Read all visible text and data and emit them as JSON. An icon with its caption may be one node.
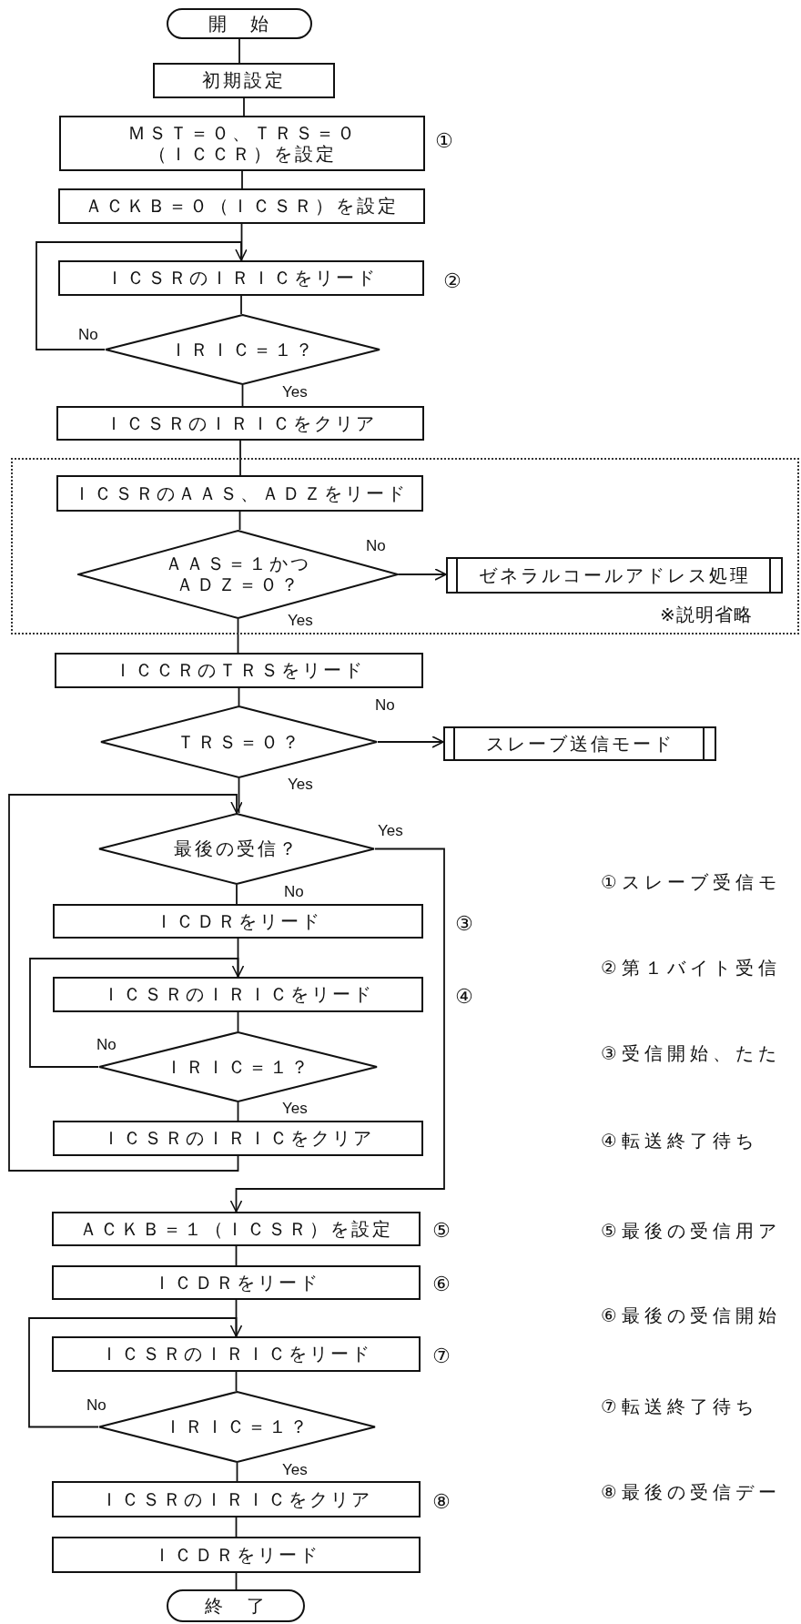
{
  "diagram": {
    "nodes": [
      {
        "text": [
          "開　始"
        ]
      },
      {
        "text": [
          "初期設定"
        ]
      },
      {
        "text": [
          "ＭＳＴ＝０、ＴＲＳ＝０（ＩＣＣＲ）を設定"
        ],
        "beside": [
          "①"
        ]
      },
      {
        "text": [
          "ＡＣＫＢ＝０（ＩＣＳＲ）を設定"
        ]
      },
      {
        "text": [
          "ＩＣＳＲのＩＲＩＣをリード"
        ],
        "beside": [
          "②"
        ]
      },
      {
        "text": [
          "ＩＲＩＣ＝１？"
        ]
      },
      {
        "text": [
          "ＩＣＳＲのＩＲＩＣをクリア"
        ]
      },
      {
        "text": [],
        "shape": "box"
      },
      {
        "text": [
          "ＩＣＳＲのＡＡＳ、ＡＤＺをリード"
        ],
        "in": 7
      },
      {
        "text": [
          "ＡＡＳ＝１かつＡＤＺ＝０？"
        ],
        "in": 7
      },
      {
        "text": [
          "ゼネラルコールアドレス処理"
        ],
        "in": 7,
        "beside": [
          "※説明省略"
        ]
      },
      {
        "text": [
          "ＩＣＣＲのＴＲＳをリード"
        ]
      },
      {
        "text": [
          "ＴＲＳ＝０？"
        ]
      },
      {
        "text": [
          "スレーブ送信モード"
        ]
      },
      {
        "text": [
          "最後の受信？"
        ]
      },
      {
        "text": [
          "ＩＣＤＲをリード"
        ],
        "beside": [
          "③"
        ]
      },
      {
        "text": [
          "ＩＣＳＲのＩＲＩＣをリード"
        ],
        "beside": [
          "④"
        ]
      },
      {
        "text": [
          "ＩＲＩＣ＝１？"
        ]
      },
      {
        "text": [
          "ＩＣＳＲのＩＲＩＣをクリア"
        ]
      },
      {
        "text": [
          "ＡＣＫＢ＝１（ＩＣＳＲ）を設定"
        ],
        "beside": [
          "⑤"
        ]
      },
      {
        "text": [
          "ＩＣＤＲをリード"
        ],
        "beside": [
          "⑥"
        ]
      },
      {
        "text": [
          "ＩＣＳＲのＩＲＩＣをリード"
        ],
        "beside": [
          "⑦"
        ]
      },
      {
        "text": [
          "ＩＲＩＣ＝１？"
        ]
      },
      {
        "text": [
          "ＩＣＳＲのＩＲＩＣをクリア"
        ],
        "beside": [
          "⑧"
        ]
      },
      {
        "text": [
          "ＩＣＤＲをリード"
        ]
      },
      {
        "text": [
          "終　了"
        ]
      }
    ],
    "edges": [
      {
        "from": 0,
        "to": 1,
        "arrow": "none"
      },
      {
        "from": 1,
        "to": 2,
        "arrow": "none"
      },
      {
        "from": 2,
        "to": 3,
        "arrow": "none"
      },
      {
        "from": 3,
        "to": 4,
        "arrow": "none"
      },
      {
        "from": 4,
        "to": 5,
        "arrow": "none"
      },
      {
        "from": 5,
        "to": 4,
        "arrow": "to",
        "label": "No"
      },
      {
        "from": 5,
        "to": 6,
        "arrow": "none",
        "label": "Yes"
      },
      {
        "from": 6,
        "to": 8,
        "arrow": "none"
      },
      {
        "from": 8,
        "to": 9,
        "arrow": "none"
      },
      {
        "from": 9,
        "to": 10,
        "arrow": "to",
        "label": "No"
      },
      {
        "from": 9,
        "to": 11,
        "arrow": "none",
        "label": "Yes"
      },
      {
        "from": 11,
        "to": 12,
        "arrow": "none"
      },
      {
        "from": 12,
        "to": 13,
        "arrow": "to",
        "label": "No"
      },
      {
        "from": 12,
        "to": 14,
        "arrow": "none",
        "label": "Yes"
      },
      {
        "from": 14,
        "to": 15,
        "arrow": "none",
        "label": "No"
      },
      {
        "from": 14,
        "to": 19,
        "arrow": "to",
        "label": "Yes"
      },
      {
        "from": 15,
        "to": 16,
        "arrow": "none"
      },
      {
        "from": 16,
        "to": 17,
        "arrow": "none"
      },
      {
        "from": 17,
        "to": 16,
        "arrow": "to",
        "label": "No"
      },
      {
        "from": 17,
        "to": 18,
        "arrow": "none",
        "label": "Yes"
      },
      {
        "from": 18,
        "to": 14,
        "arrow": "to"
      },
      {
        "from": 19,
        "to": 20,
        "arrow": "none"
      },
      {
        "from": 20,
        "to": 21,
        "arrow": "none"
      },
      {
        "from": 21,
        "to": 22,
        "arrow": "none"
      },
      {
        "from": 22,
        "to": 21,
        "arrow": "to",
        "label": "No"
      },
      {
        "from": 22,
        "to": 23,
        "arrow": "none",
        "label": "Yes"
      },
      {
        "from": 23,
        "to": 24,
        "arrow": "none"
      },
      {
        "from": 24,
        "to": 25,
        "arrow": "none"
      }
    ],
    "labels": [
      "①スレーブ受信モ",
      "②第１バイト受信",
      "③受信開始、たた",
      "④転送終了待ち",
      "⑤最後の受信用ア",
      "⑥最後の受信開始",
      "⑦転送終了待ち",
      "⑧最後の受信デー"
    ]
  }
}
